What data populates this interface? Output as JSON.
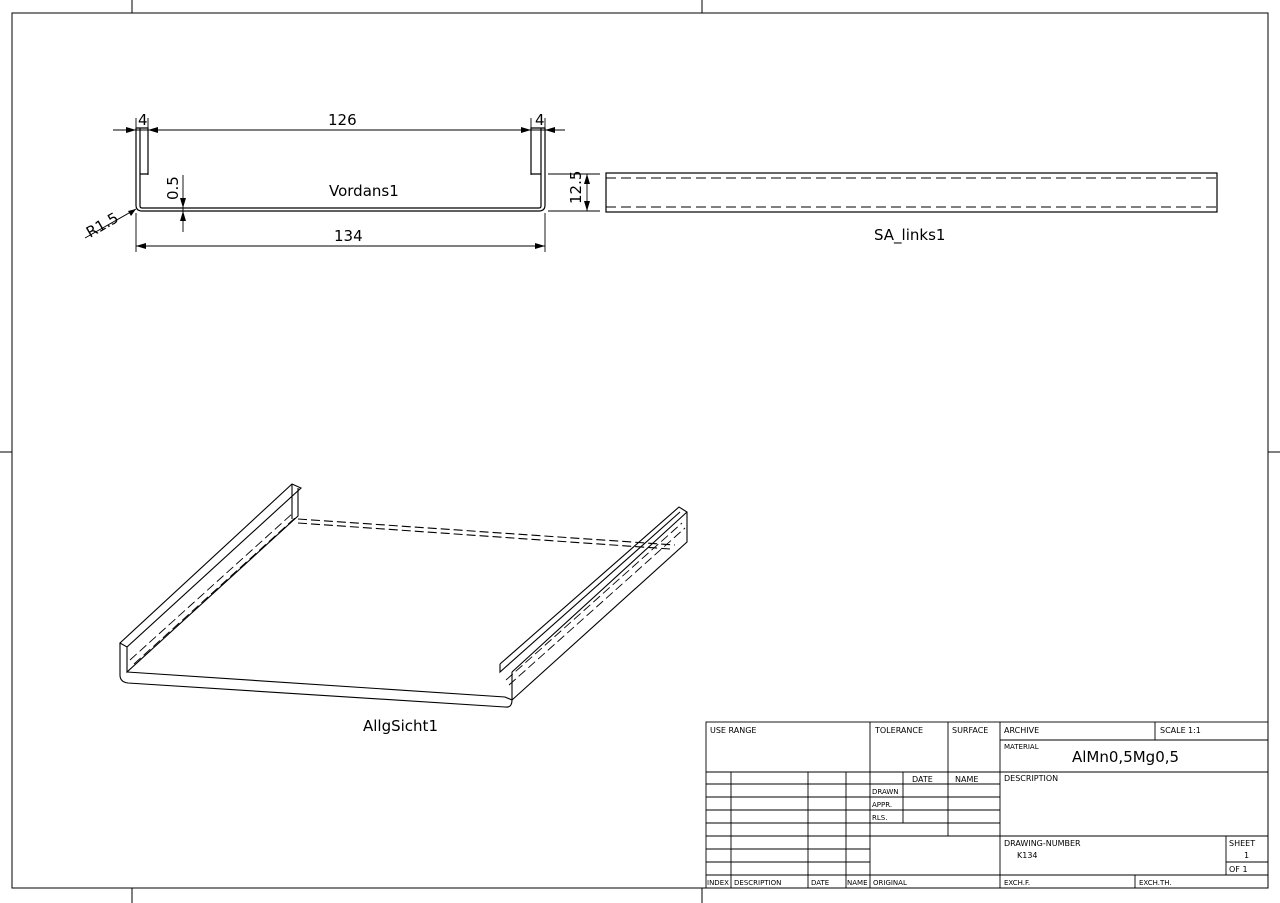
{
  "views": {
    "front_label": "Vordans1",
    "side_label": "SA_links1",
    "iso_label": "AllgSicht1"
  },
  "dimensions": {
    "flange_left": "4",
    "inner_width": "126",
    "flange_right": "4",
    "thickness": "0.5",
    "height": "12.5",
    "radius": "R1.5",
    "overall_width": "134"
  },
  "title_block": {
    "use_range": "USE RANGE",
    "tolerance": "TOLERANCE",
    "surface": "SURFACE",
    "archive": "ARCHIVE",
    "scale_label": "SCALE",
    "scale_value": "1:1",
    "material_label": "MATERIAL",
    "material_value": "AlMn0,5Mg0,5",
    "date": "DATE",
    "name": "NAME",
    "description": "DESCRIPTION",
    "drawn": "DRAWN",
    "appr": "APPR.",
    "rls": "RLS.",
    "drawing_number_label": "DRAWING-NUMBER",
    "drawing_number_value": "K134",
    "sheet_label": "SHEET",
    "sheet_value": "1",
    "of_value": "OF 1",
    "index": "INDEX",
    "desc_col": "DESCRIPTION",
    "date_col": "DATE",
    "name_col": "NAME",
    "original": "ORIGINAL",
    "exch_f": "EXCH.F.",
    "exch_th": "EXCH.TH."
  }
}
